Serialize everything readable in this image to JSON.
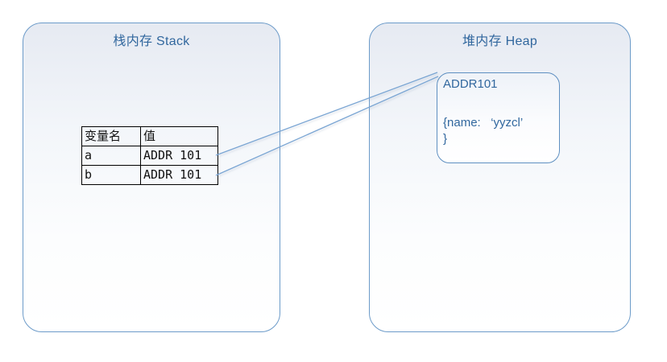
{
  "colors": {
    "box_border": "#6c9bc9",
    "inner_border": "#5e8fc1",
    "title_text": "#31679e",
    "connector_line": "#7aa5d3",
    "table_border": "#000000",
    "fill_gradient_top": "#e6eaf2",
    "fill_gradient_bottom": "#ffffff"
  },
  "stack_box": {
    "title": "栈内存 Stack",
    "table": {
      "headers": [
        "变量名",
        "值"
      ],
      "rows": [
        [
          "a",
          "ADDR 101"
        ],
        [
          "b",
          "ADDR 101"
        ]
      ]
    }
  },
  "heap_box": {
    "title": "堆内存 Heap",
    "object": {
      "address": "ADDR101",
      "body_line1": "{name:   ‘yyzcl’",
      "body_line2": "}"
    }
  },
  "connectors": [
    {
      "from": "stack-row-a-value",
      "to": "heap-object-corner"
    },
    {
      "from": "stack-row-b-value",
      "to": "heap-object-corner"
    }
  ]
}
